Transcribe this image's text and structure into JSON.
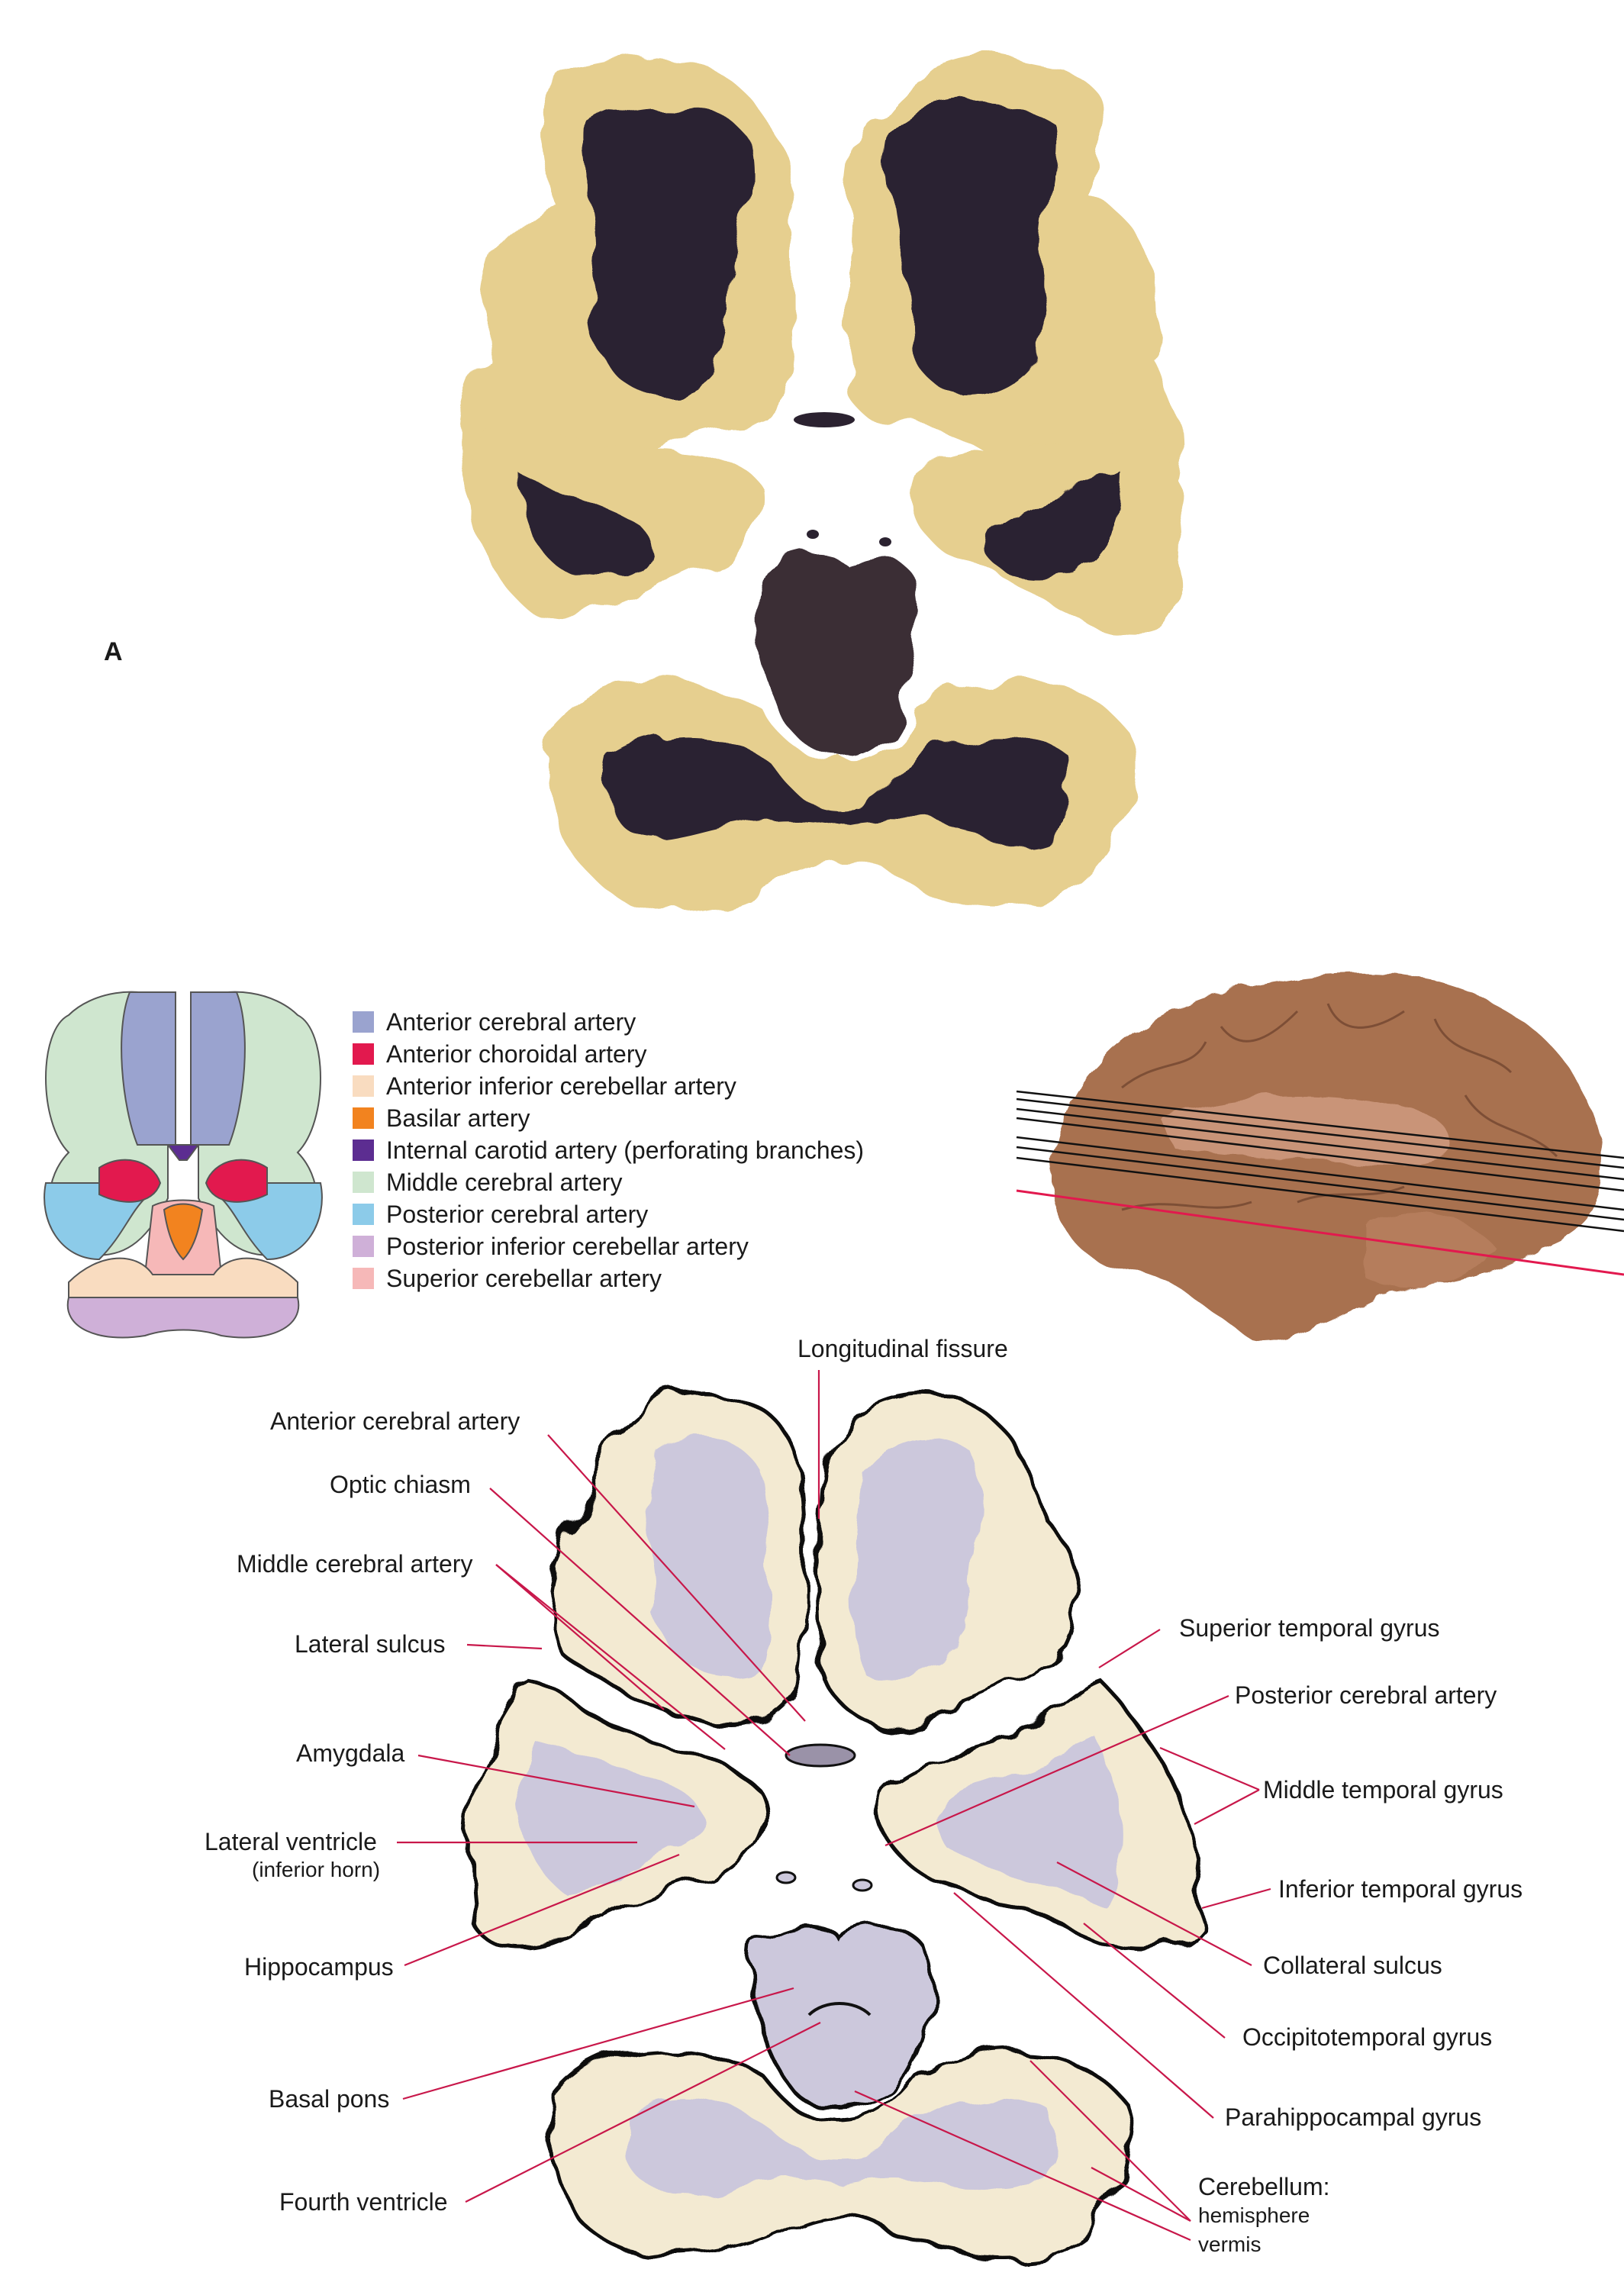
{
  "panel_letter": "A",
  "legend": [
    {
      "label": "Anterior cerebral artery",
      "color": "#9aa3cf"
    },
    {
      "label": "Anterior choroidal artery",
      "color": "#e2194e"
    },
    {
      "label": "Anterior inferior cerebellar artery",
      "color": "#f9dcc0"
    },
    {
      "label": "Basilar artery",
      "color": "#f2831f"
    },
    {
      "label": "Internal carotid artery (perforating branches)",
      "color": "#5c2d91"
    },
    {
      "label": "Middle cerebral artery",
      "color": "#cfe6cf"
    },
    {
      "label": "Posterior cerebral artery",
      "color": "#8ccbe9"
    },
    {
      "label": "Posterior inferior cerebellar artery",
      "color": "#cfb0d8"
    },
    {
      "label": "Superior cerebellar artery",
      "color": "#f6b8b8"
    }
  ],
  "labels": {
    "longitudinal_fissure": "Longitudinal fissure",
    "anterior_cerebral_artery": "Anterior cerebral artery",
    "optic_chiasm": "Optic chiasm",
    "middle_cerebral_artery": "Middle cerebral artery",
    "lateral_sulcus": "Lateral sulcus",
    "amygdala": "Amygdala",
    "lateral_ventricle": "Lateral ventricle",
    "lateral_ventricle_sub": "(inferior horn)",
    "hippocampus": "Hippocampus",
    "basal_pons": "Basal pons",
    "fourth_ventricle": "Fourth ventricle",
    "superior_temporal_gyrus": "Superior temporal gyrus",
    "posterior_cerebral_artery": "Posterior cerebral artery",
    "middle_temporal_gyrus": "Middle temporal gyrus",
    "inferior_temporal_gyrus": "Inferior temporal gyrus",
    "collateral_sulcus": "Collateral sulcus",
    "occipitotemporal_gyrus": "Occipitotemporal gyrus",
    "parahippocampal_gyrus": "Parahippocampal gyrus",
    "cerebellum": "Cerebellum:",
    "cerebellum_hemisphere": "hemisphere",
    "cerebellum_vermis": "vermis"
  },
  "colors": {
    "leader_line": "#c8174a",
    "section_tissue": "#f3ead2",
    "section_white_matter": "#ccc8dc",
    "stained_gray": "#e6cf8f",
    "stained_white": "#2b2230",
    "specimen_brown": "#a8714f"
  }
}
